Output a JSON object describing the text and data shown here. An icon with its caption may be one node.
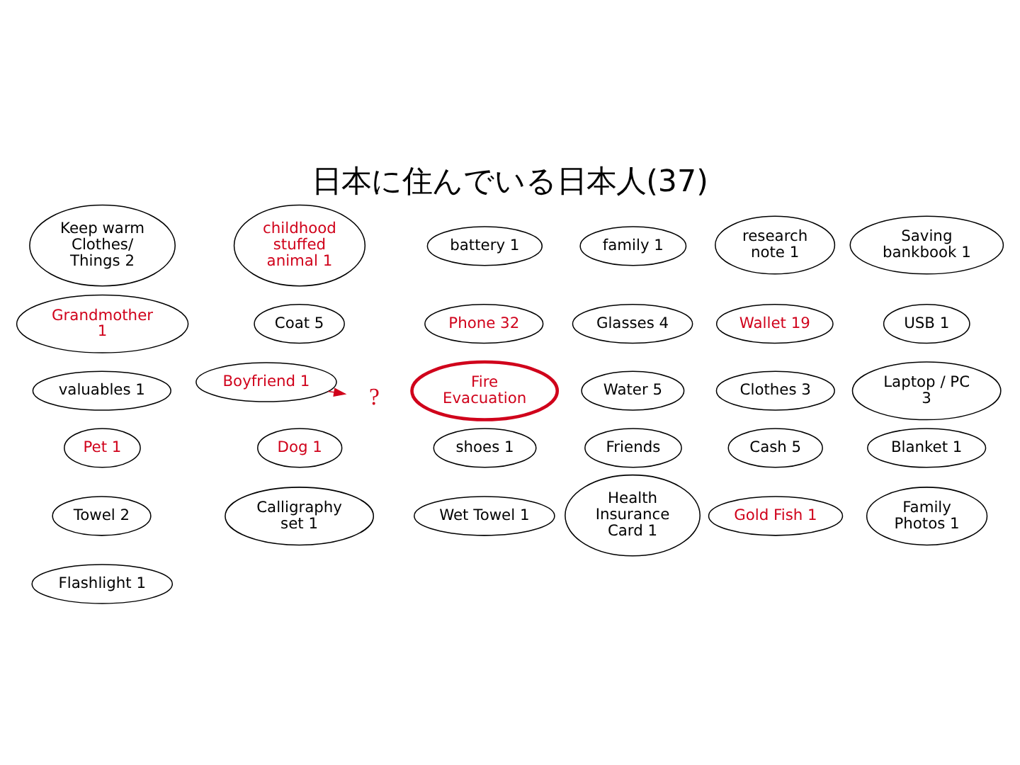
{
  "diagram": {
    "title": "日本に住んでいる日本人(37)",
    "nodes": [
      {
        "text": [
          "Keep warm Clothes/ Things 2"
        ]
      },
      {
        "text": [
          "childhood stuffed animal 1"
        ]
      },
      {
        "text": [
          "battery 1"
        ]
      },
      {
        "text": [
          "family 1"
        ]
      },
      {
        "text": [
          "research note 1"
        ]
      },
      {
        "text": [
          "Saving bankbook 1"
        ]
      },
      {
        "text": [
          "Grandmother 1"
        ]
      },
      {
        "text": [
          "Coat 5"
        ]
      },
      {
        "text": [
          "Phone 32"
        ]
      },
      {
        "text": [
          "Glasses 4"
        ]
      },
      {
        "text": [
          "Wallet 19"
        ]
      },
      {
        "text": [
          "USB 1"
        ]
      },
      {
        "text": [
          "valuables 1"
        ]
      },
      {
        "text": [
          "Boyfriend 1"
        ]
      },
      {
        "text": [
          "Fire Evacuation"
        ]
      },
      {
        "text": [
          "Water 5"
        ]
      },
      {
        "text": [
          "Clothes 3"
        ]
      },
      {
        "text": [
          "?"
        ]
      },
      {
        "text": [
          "Laptop / PC 3"
        ]
      },
      {
        "text": [
          "Pet 1"
        ]
      },
      {
        "text": [
          "Dog 1"
        ]
      },
      {
        "text": [
          "shoes 1"
        ]
      },
      {
        "text": [
          "Friends"
        ]
      },
      {
        "text": [
          "Cash 5"
        ]
      },
      {
        "text": [
          "Blanket 1"
        ]
      },
      {
        "text": [
          "Towel 2"
        ]
      },
      {
        "text": [
          "Calligraphy set 1"
        ]
      },
      {
        "text": [
          "Wet Towel 1"
        ]
      },
      {
        "text": [
          "Health Insurance Card 1"
        ]
      },
      {
        "text": [
          "Gold Fish 1"
        ]
      },
      {
        "text": [
          "Family Photos 1"
        ]
      },
      {
        "text": [
          "Flashlight 1"
        ]
      }
    ],
    "edges": [
      {
        "from": 13,
        "to": 17,
        "arrow": "to",
        "color": "#d0021b"
      }
    ]
  }
}
